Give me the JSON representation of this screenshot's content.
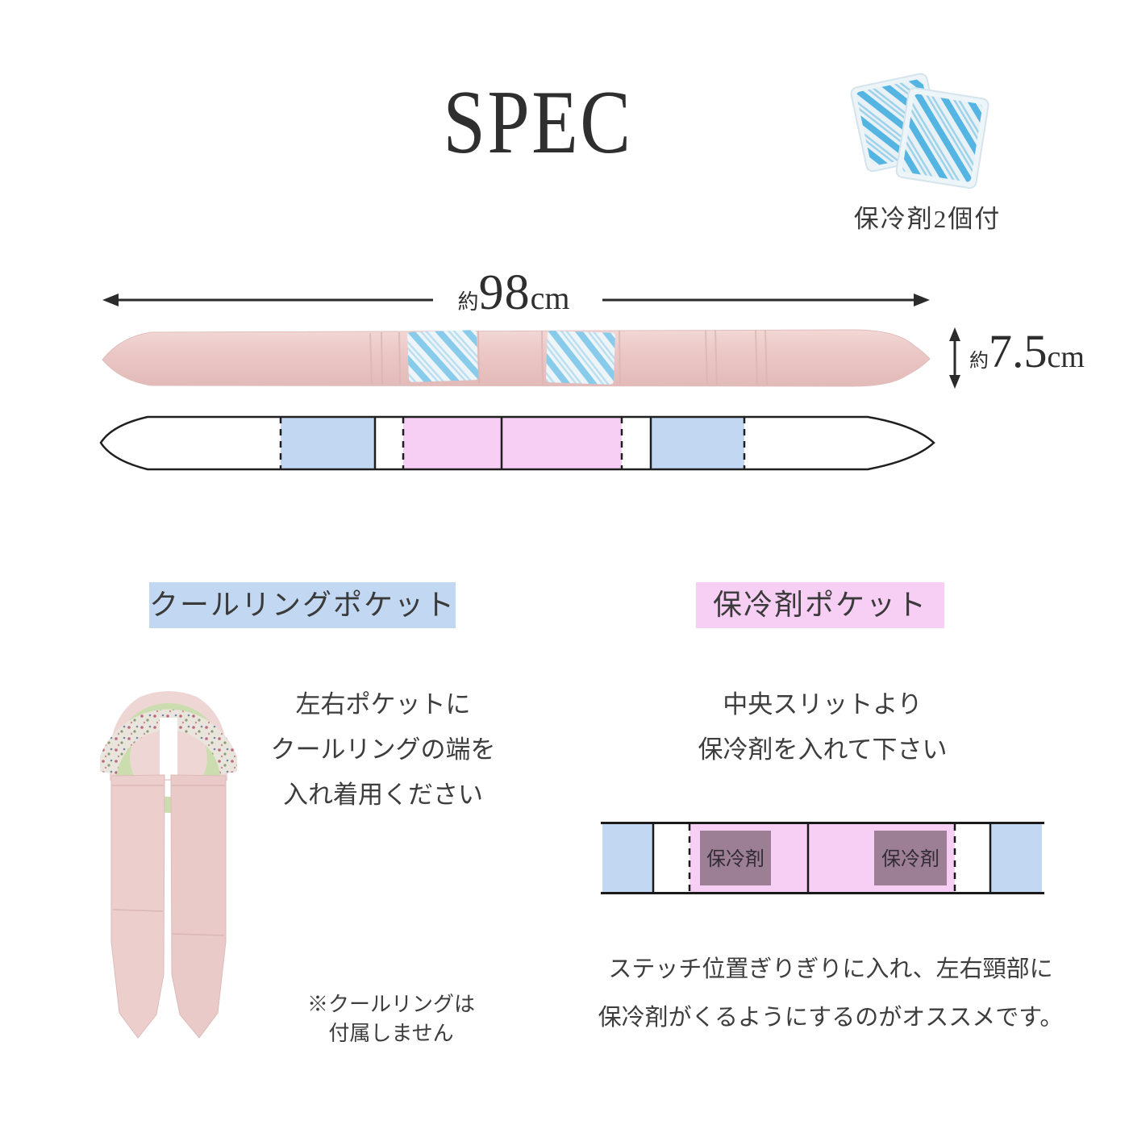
{
  "page": {
    "title": "SPEC"
  },
  "ice_pack_figure": {
    "caption": "保冷剤2個付"
  },
  "length_measure": {
    "prefix": "約",
    "value": "98",
    "unit": "cm"
  },
  "height_measure": {
    "prefix": "約",
    "value": "7.5",
    "unit": "cm"
  },
  "cool_ring_pocket": {
    "label": "クールリングポケット",
    "description": [
      "左右ポケットに",
      "クールリングの端を",
      "入れ着用ください"
    ],
    "note": [
      "※クールリングは",
      "付属しません"
    ]
  },
  "ice_pack_pocket": {
    "label": "保冷剤ポケット",
    "description": [
      "中央スリットより",
      "保冷剤を入れて下さい"
    ],
    "diagram_labels": [
      "保冷剤",
      "保冷剤"
    ],
    "footnote": [
      "ステッチ位置ぎりぎりに入れ、左右頸部に",
      "保冷剤がくるようにするのがオススメです。"
    ]
  },
  "colors": {
    "accent_blue": "#c2d7f1",
    "accent_pink": "#f7cff4",
    "ice_pack_box": "#9c7f94",
    "product_pink": "#ecccca",
    "ring_green": "#cbdcae",
    "stripe_blue": "#55b5e2",
    "text": "#3a3a3a"
  }
}
